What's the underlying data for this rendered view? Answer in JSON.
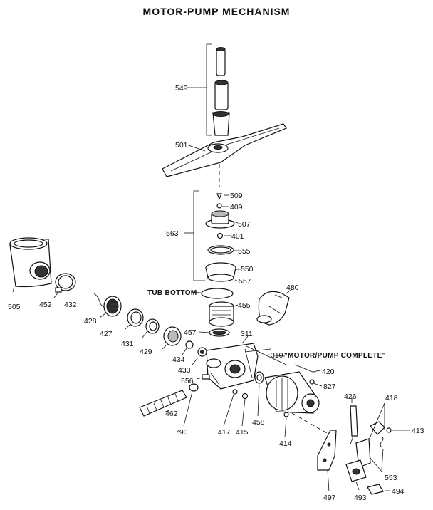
{
  "title": "MOTOR-PUMP MECHANISM",
  "labels": {
    "p549": "549",
    "p501": "501",
    "p509": "509",
    "p409": "409",
    "p507": "507",
    "p563": "563",
    "p401": "401",
    "p555": "555",
    "p550": "550",
    "p557": "557",
    "p505": "505",
    "p452": "452",
    "p432": "432",
    "p428": "428",
    "p427": "427",
    "p431": "431",
    "p429": "429",
    "p434": "434",
    "p457": "457",
    "p455": "455",
    "p480": "480",
    "p311": "311",
    "p310": "310",
    "p420": "420",
    "p433": "433",
    "p556": "556",
    "p827": "827",
    "p462": "462",
    "p790": "790",
    "p417": "417",
    "p415": "415",
    "p458": "458",
    "p414": "414",
    "p426": "426",
    "p418": "418",
    "p413": "413",
    "p553": "553",
    "p497": "497",
    "p493": "493",
    "p494": "494"
  },
  "captions": {
    "tub_bottom": "TUB BOTTOM",
    "motor_pump_complete": "\"MOTOR/PUMP COMPLETE\""
  }
}
